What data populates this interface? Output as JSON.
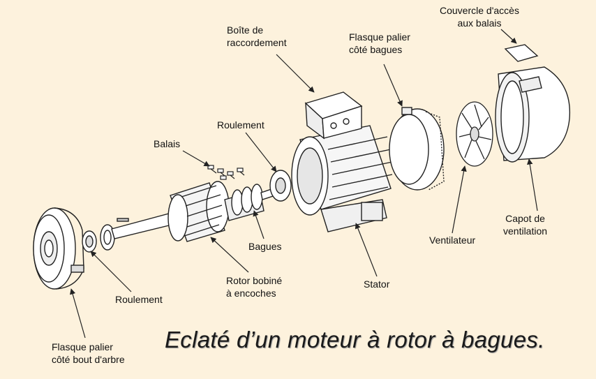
{
  "labels": {
    "couvercle": "Couvercle d'accès\naux balais",
    "boite": "Boîte de\nraccordement",
    "flasque_bagues": "Flasque palier\ncôté bagues",
    "roulement_top": "Roulement",
    "balais": "Balais",
    "bagues": "Bagues",
    "rotor": "Rotor bobiné\nà encoches",
    "stator": "Stator",
    "ventilateur": "Ventilateur",
    "capot": "Capot de\nventilation",
    "roulement_bottom": "Roulement",
    "flasque_arbre": "Flasque palier\ncôté bout d'arbre"
  },
  "caption": "Eclaté d’un moteur à rotor à bagues.",
  "colors": {
    "background": "#fdf2dd",
    "line": "#222222",
    "fill": "#ffffff"
  }
}
